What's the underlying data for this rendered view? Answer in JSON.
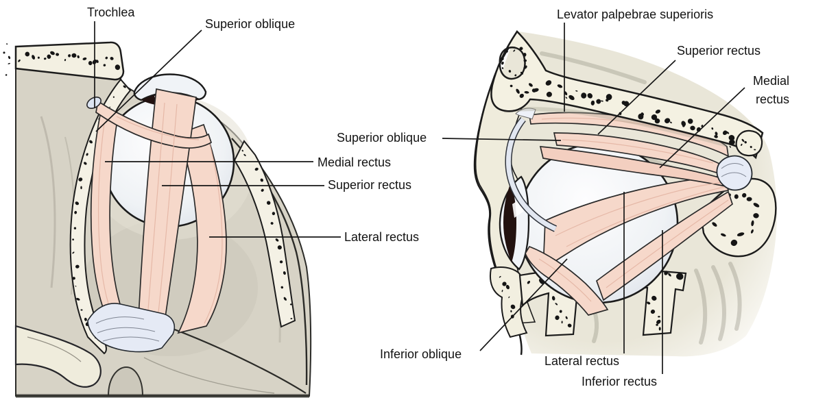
{
  "left_panel": {
    "labels": [
      {
        "id": "trochlea",
        "text": "Trochlea"
      },
      {
        "id": "superior-oblique",
        "text": "Superior oblique"
      },
      {
        "id": "medial-rectus",
        "text": "Medial rectus"
      },
      {
        "id": "superior-rectus",
        "text": "Superior rectus"
      },
      {
        "id": "lateral-rectus",
        "text": "Lateral rectus"
      }
    ]
  },
  "right_panel": {
    "labels": [
      {
        "id": "levator-palpebrae-superioris",
        "text": "Levator palpebrae superioris"
      },
      {
        "id": "superior-rectus",
        "text": "Superior rectus"
      },
      {
        "id": "medial-rectus",
        "text": "Medial rectus"
      },
      {
        "id": "superior-oblique",
        "text": "Superior oblique"
      },
      {
        "id": "inferior-oblique",
        "text": "Inferior oblique"
      },
      {
        "id": "lateral-rectus",
        "text": "Lateral rectus"
      },
      {
        "id": "inferior-rectus",
        "text": "Inferior rectus"
      }
    ]
  },
  "colors": {
    "muscle_pink": "#f6d8ca",
    "bone_cream": "#f3f0e2",
    "tissue_gray": "#d7d3c6",
    "eyeball": "#edf0f4",
    "tendon_blue_white": "#e5eaf5",
    "outline_black": "#1b1b1b"
  }
}
